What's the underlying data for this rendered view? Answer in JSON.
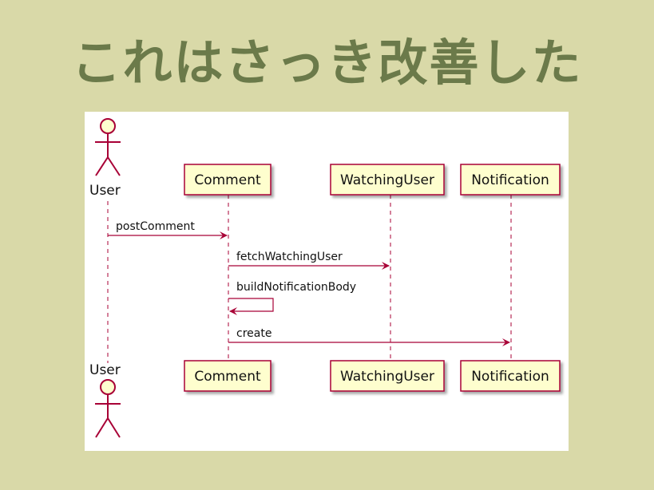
{
  "slide": {
    "title": "これはさっき改善した"
  },
  "diagram": {
    "actor": "User",
    "participants": [
      "Comment",
      "WatchingUser",
      "Notification"
    ],
    "messages": [
      {
        "from": "User",
        "to": "Comment",
        "label": "postComment"
      },
      {
        "from": "Comment",
        "to": "WatchingUser",
        "label": "fetchWatchingUser"
      },
      {
        "from": "Comment",
        "to": "Comment",
        "label": "buildNotificationBody"
      },
      {
        "from": "Comment",
        "to": "Notification",
        "label": "create"
      }
    ],
    "colors": {
      "lifeline": "#a80036",
      "box_fill": "#fefece",
      "box_stroke": "#a80036",
      "actor_fill": "#fefece"
    }
  }
}
